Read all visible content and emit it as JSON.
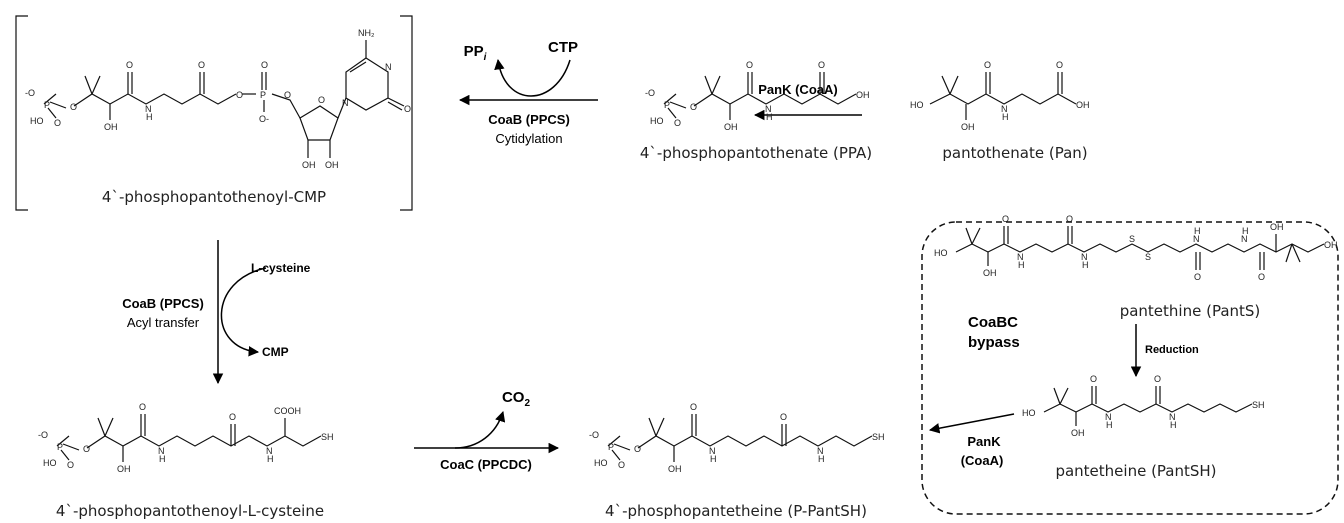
{
  "compounds": {
    "pan": "pantothenate (Pan)",
    "ppa": "4`-phosphopantothenate (PPA)",
    "ppcmp": "4`-phosphopantothenoyl-CMP",
    "ppcys": "4`-phosphopantothenoyl-L-cysteine",
    "ppantsh": "4`-phosphopantetheine (P-PantSH)",
    "pants": "pantethine (PantS)",
    "pantsh": "pantetheine (PantSH)"
  },
  "reactions": {
    "pank_top": "PanK (CoaA)",
    "coab_top": "CoaB (PPCS)",
    "cytidylation": "Cytidylation",
    "ctp": "CTP",
    "ppi_main": "PP",
    "ppi_sub": "i",
    "coab_left": "CoaB (PPCS)",
    "acyl_transfer": "Acyl transfer",
    "lcys": "L-cysteine",
    "cmp": "CMP",
    "coac": "CoaC (PPCDC)",
    "co2_main": "CO",
    "co2_sub": "2",
    "reduction": "Reduction",
    "pank_bottom_1": "PanK",
    "pank_bottom_2": "(CoaA)"
  },
  "bypass": {
    "line1": "CoaBC",
    "line2": "bypass"
  },
  "atoms": {
    "o_minus": "-O",
    "p": "P",
    "o": "O",
    "oh": "OH",
    "ho": "HO",
    "o_minus_r": "O-",
    "n": "N",
    "h": "H",
    "nh2": "NH₂",
    "sh": "SH",
    "s": "S",
    "cooh": "COOH"
  }
}
